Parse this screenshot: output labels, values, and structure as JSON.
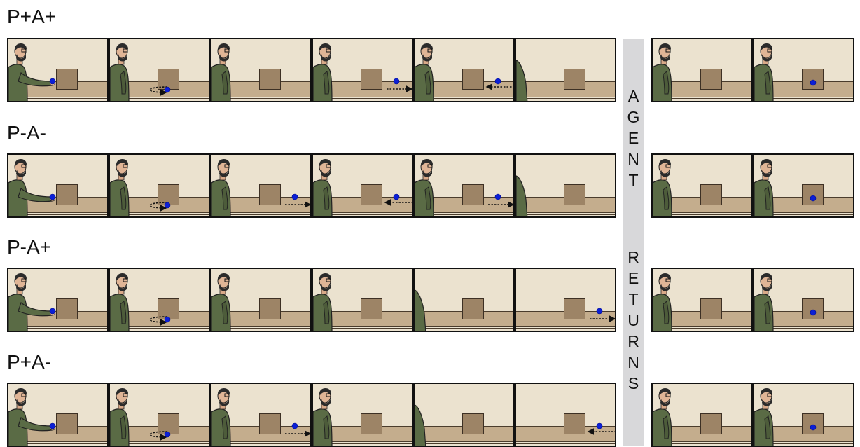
{
  "vertical_label": {
    "word1": "AGENT",
    "word2": "RETURNS"
  },
  "conditions": [
    {
      "label": "P+A+",
      "panels": [
        {
          "person": "reach",
          "ball": "hand"
        },
        {
          "person": "stand",
          "ball": "behind",
          "move": "behind"
        },
        {
          "person": "stand",
          "ball": "none"
        },
        {
          "person": "stand",
          "ball": "right-near",
          "move": "out-right"
        },
        {
          "person": "stand",
          "ball": "right-near",
          "move": "in-left"
        },
        {
          "person": "edge",
          "ball": "none"
        }
      ],
      "test_panels": [
        {
          "person": "stand",
          "ball": "none"
        },
        {
          "person": "stand",
          "ball": "center"
        }
      ]
    },
    {
      "label": "P-A-",
      "panels": [
        {
          "person": "reach",
          "ball": "hand"
        },
        {
          "person": "stand",
          "ball": "behind",
          "move": "behind"
        },
        {
          "person": "stand",
          "ball": "right-near",
          "move": "out-right"
        },
        {
          "person": "stand",
          "ball": "right-near",
          "move": "in-left"
        },
        {
          "person": "stand",
          "ball": "right-near",
          "move": "out-right"
        },
        {
          "person": "edge",
          "ball": "none"
        }
      ],
      "test_panels": [
        {
          "person": "stand",
          "ball": "none"
        },
        {
          "person": "stand",
          "ball": "center"
        }
      ]
    },
    {
      "label": "P-A+",
      "panels": [
        {
          "person": "reach",
          "ball": "hand"
        },
        {
          "person": "stand",
          "ball": "behind",
          "move": "behind"
        },
        {
          "person": "stand",
          "ball": "none"
        },
        {
          "person": "stand",
          "ball": "none"
        },
        {
          "person": "edge",
          "ball": "none"
        },
        {
          "person": "none",
          "ball": "right-near",
          "move": "out-right"
        }
      ],
      "test_panels": [
        {
          "person": "stand",
          "ball": "none"
        },
        {
          "person": "stand",
          "ball": "center"
        }
      ]
    },
    {
      "label": "P+A-",
      "panels": [
        {
          "person": "reach",
          "ball": "hand"
        },
        {
          "person": "stand",
          "ball": "behind",
          "move": "behind"
        },
        {
          "person": "stand",
          "ball": "right-near",
          "move": "out-right"
        },
        {
          "person": "stand",
          "ball": "none"
        },
        {
          "person": "edge",
          "ball": "none"
        },
        {
          "person": "none",
          "ball": "right-near",
          "move": "in-left"
        }
      ],
      "test_panels": [
        {
          "person": "stand",
          "ball": "none"
        },
        {
          "person": "stand",
          "ball": "center"
        }
      ]
    }
  ]
}
